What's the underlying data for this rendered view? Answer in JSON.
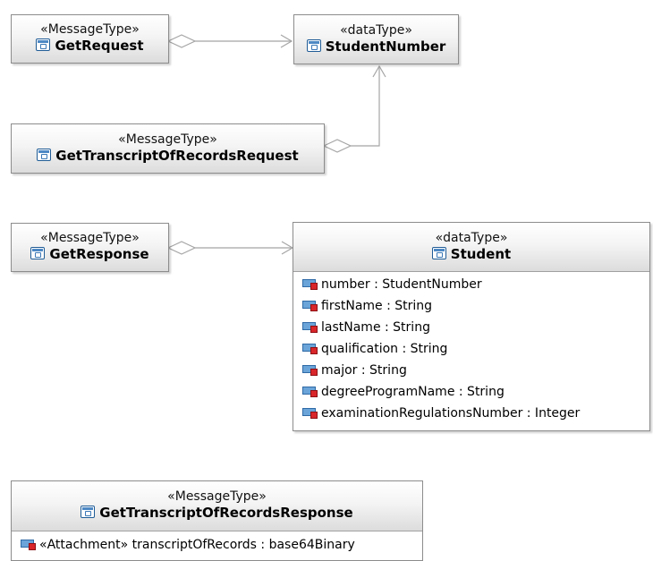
{
  "boxes": {
    "get_request": {
      "stereotype": "«MessageType»",
      "name": "GetRequest"
    },
    "student_number": {
      "stereotype": "«dataType»",
      "name": "StudentNumber"
    },
    "get_transcript_request": {
      "stereotype": "«MessageType»",
      "name": "GetTranscriptOfRecordsRequest"
    },
    "get_response": {
      "stereotype": "«MessageType»",
      "name": "GetResponse"
    },
    "student": {
      "stereotype": "«dataType»",
      "name": "Student",
      "attributes": [
        "number : StudentNumber",
        "firstName : String",
        "lastName : String",
        "qualification : String",
        "major : String",
        "degreeProgramName  : String",
        "examinationRegulationsNumber : Integer"
      ]
    },
    "get_transcript_response": {
      "stereotype": "«MessageType»",
      "name": "GetTranscriptOfRecordsResponse",
      "attributes": [
        "«Attachment» transcriptOfRecords : base64Binary"
      ]
    }
  },
  "colors": {
    "header_gradient_top": "#ffffff",
    "header_gradient_bottom": "#dcdcdc",
    "border": "#8c8c8c",
    "edge": "#a0a0a0",
    "icon_blue": "#4d88c4",
    "icon_red": "#d9262b"
  }
}
